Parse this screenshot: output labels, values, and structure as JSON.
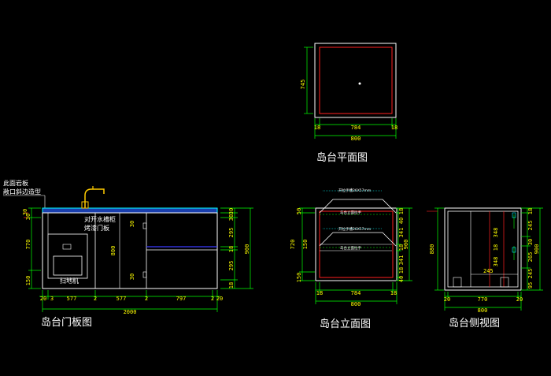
{
  "titles": {
    "plan": "岛台平面图",
    "door": "岛台门板图",
    "elevation": "岛台立面图",
    "side": "岛台侧视图"
  },
  "notes": {
    "top_note_1": "此面岩板",
    "top_note_2": "敞口斜边造型",
    "sink_door": "对开水槽柜",
    "paint_door": "烤漆门板",
    "robot": "扫地机",
    "elev_top_label": "开拉手槽26X57mm",
    "elev_mid_label": "开拉手槽26X57mm",
    "elev_bar_1": "岛台立面拉手",
    "elev_bar_2": "岛台立面拉手"
  },
  "plan_dims": {
    "side": "745",
    "left": "18",
    "mid": "784",
    "right": "18",
    "total": "800"
  },
  "door_dims": {
    "top_left": [
      "30",
      "30"
    ],
    "mid_left": "770",
    "bottom_left": "150",
    "right": [
      "30",
      "30",
      "295",
      "18",
      "295",
      "18"
    ],
    "right_total": "900",
    "inner_height": "800",
    "bottom": [
      "20",
      "3",
      "577",
      "2",
      "577",
      "2",
      "797",
      "2",
      "20"
    ],
    "total": "2000"
  },
  "elev_dims": {
    "left": [
      "50",
      "720",
      "150"
    ],
    "right": [
      "18",
      "40",
      "341",
      "18",
      "341",
      "18",
      "40"
    ],
    "right_total": "900",
    "bottom": [
      "18",
      "784",
      "18"
    ],
    "total": "800"
  },
  "side_dims": {
    "left": "880",
    "mid_vals": [
      "348",
      "18",
      "348"
    ],
    "right": [
      "18",
      "245",
      "30",
      "265",
      "245",
      "95"
    ],
    "right_total": "900",
    "bottom": [
      "20",
      "770",
      "20"
    ],
    "total": "800",
    "mid_small": "245"
  }
}
